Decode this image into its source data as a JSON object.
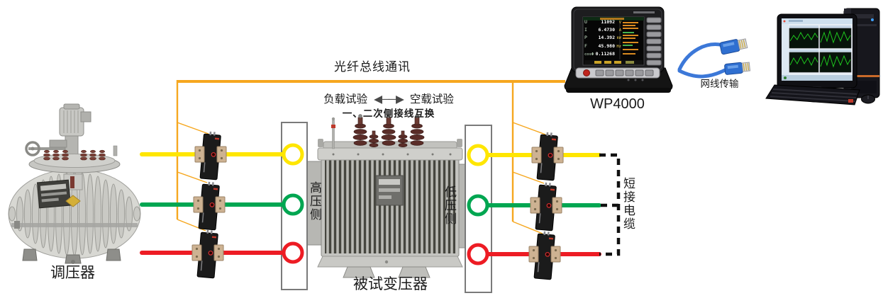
{
  "diagram": {
    "bus_label": "光纤总线通讯",
    "mode": {
      "load": "负载试验",
      "arrow": "◀──▶",
      "noload": "空载试验",
      "swap": "一、二次侧接线互换"
    },
    "devices": {
      "regulator": {
        "label": "调压器"
      },
      "transformer": {
        "label": "被试变压器",
        "hv_side": "高压侧",
        "lv_side": "低压侧"
      },
      "analyzer": {
        "label": "WP4000",
        "screen": {
          "rows": [
            {
              "name": "U",
              "value": "11092",
              "unit": "V"
            },
            {
              "name": "I",
              "value": "6.4730",
              "unit": "A"
            },
            {
              "name": "P",
              "value": "14.392",
              "unit": "kW"
            },
            {
              "name": "F",
              "value": "45.980",
              "unit": "Hz"
            },
            {
              "name": "cosΦ",
              "value": "0.11268",
              "unit": ""
            }
          ]
        }
      },
      "network_cable": {
        "label": "网线传输"
      },
      "short_circuit_cable": {
        "label": "短接电缆"
      }
    },
    "colors": {
      "bus": "#F6A71F",
      "phase_a": "#FFE600",
      "phase_b": "#00A651",
      "phase_c": "#ED1C24"
    }
  }
}
